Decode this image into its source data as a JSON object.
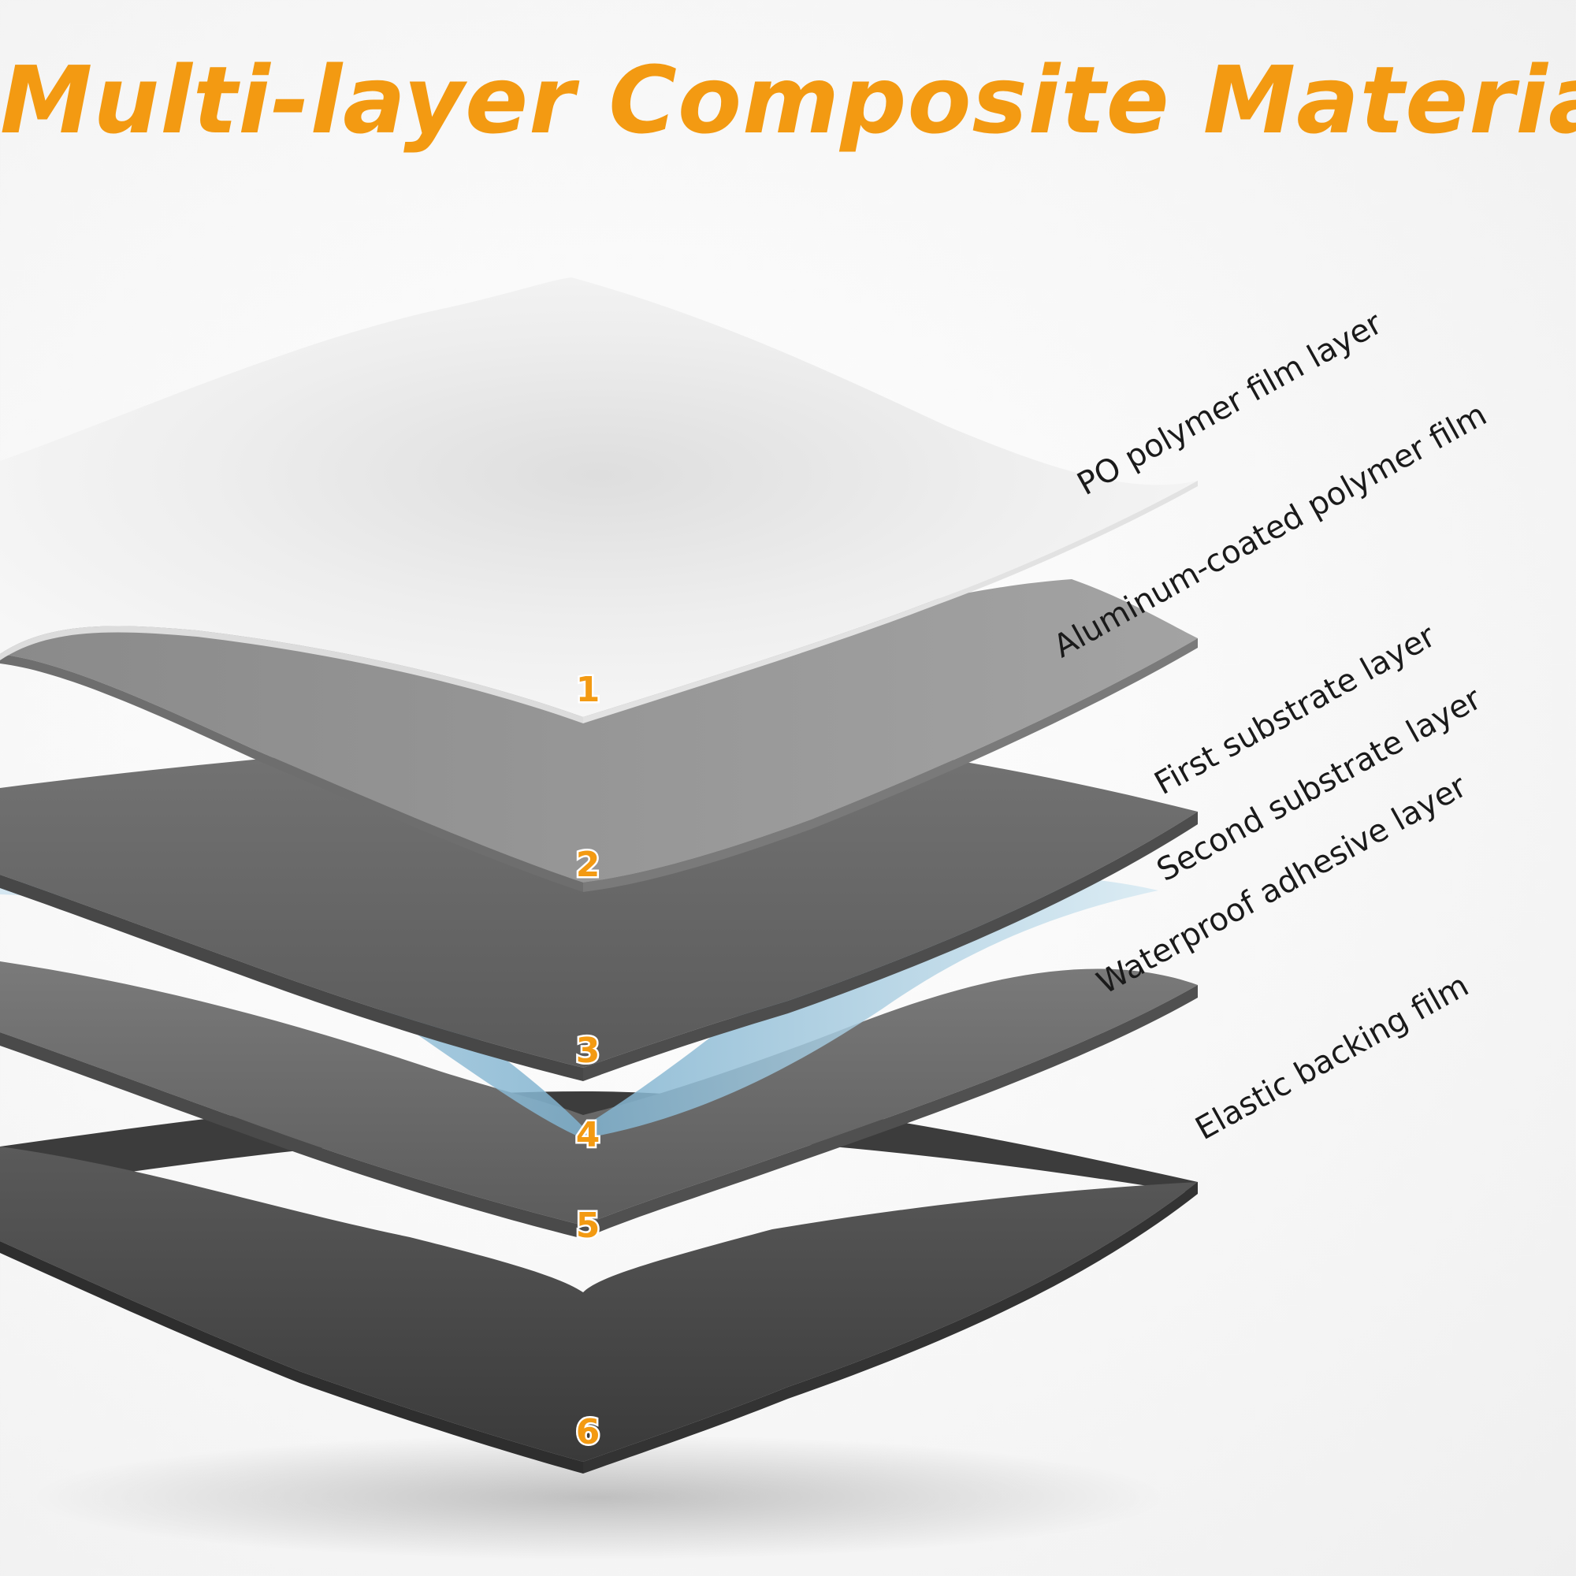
{
  "title": "Multi-layer Composite Material",
  "layers": [
    {
      "number": "1",
      "name": "PO polymer film layer"
    },
    {
      "number": "2",
      "name": "Aluminum-coated polymer film"
    },
    {
      "number": "3",
      "name": "First substrate layer"
    },
    {
      "number": "4",
      "name": "Second substrate layer"
    },
    {
      "number": "5",
      "name": "Waterproof adhesive layer"
    },
    {
      "number": "6",
      "name": "Elastic backing film"
    }
  ],
  "colors": {
    "accent": "#F39A12",
    "label_text": "#1a1a1a",
    "film_white": "#f3f3f3",
    "aluminum": "#8c8c8c",
    "substrate": "#6e6e6e",
    "adhesive_blue": "#9fc6dc",
    "backing": "#4a4a4a"
  }
}
